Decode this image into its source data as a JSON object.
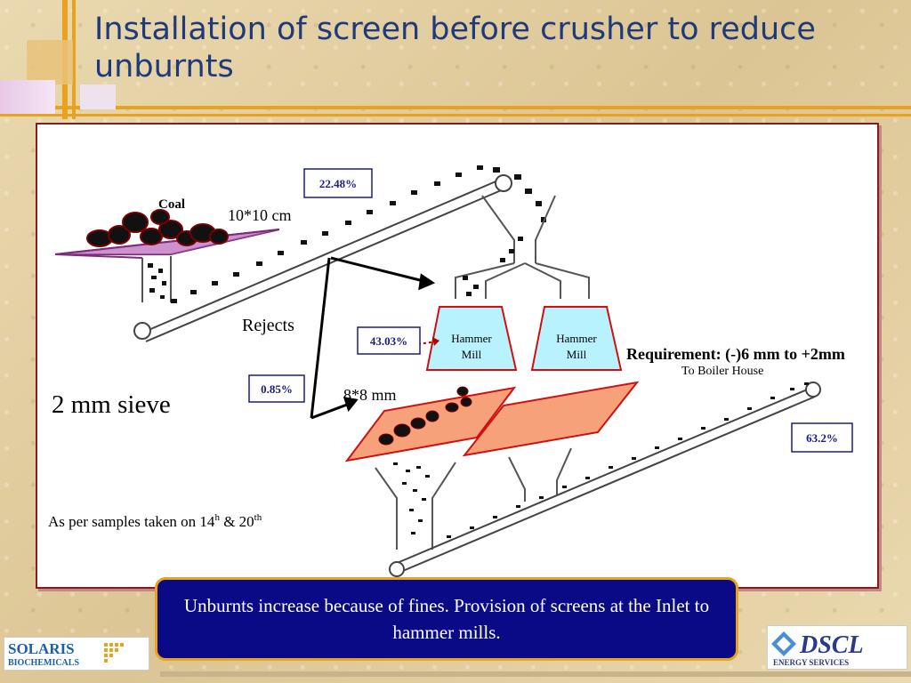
{
  "slide": {
    "title": "Installation of screen before crusher to reduce unburnts",
    "callout": "Unburnts increase because of fines. Provision of screens at the Inlet to hammer mills."
  },
  "diagram": {
    "coal_label": "Coal",
    "size_label_1": "10*10 cm",
    "rejects_label": "Rejects",
    "sieve_label": "2 mm sieve",
    "size_label_2": "8*8 mm",
    "hammer_mill_1": [
      "Hammer",
      "Mill"
    ],
    "hammer_mill_2": [
      "Hammer",
      "Mill"
    ],
    "requirement": "Requirement: (-)6 mm to +2mm",
    "boiler": "To Boiler House",
    "samples_text": "As per samples taken on 14",
    "samples_sup1": "h",
    "samples_mid": " & 20",
    "samples_sup2": "th",
    "pct": {
      "conveyor_top": "22.48%",
      "hammer_inlet": "43.03%",
      "rejects": "0.85%",
      "boiler": "63.2%"
    }
  },
  "logos": {
    "left_line1": "SOLARIS",
    "left_line2": "BIOCHEMICALS",
    "right_line1": "DSCL",
    "right_line2": "ENERGY SERVICES"
  },
  "colors": {
    "title": "#1f3a7a",
    "accent_bar": "#e8a21e",
    "panel_border": "#8b1a1a",
    "callout_bg": "#0a0a86",
    "mill_fill": "#b8f2ff",
    "mill_stroke": "#d01010",
    "screen_fill": "#f7a17a",
    "screen_stroke": "#d01010",
    "pct_box_stroke": "#1a1a8a"
  }
}
